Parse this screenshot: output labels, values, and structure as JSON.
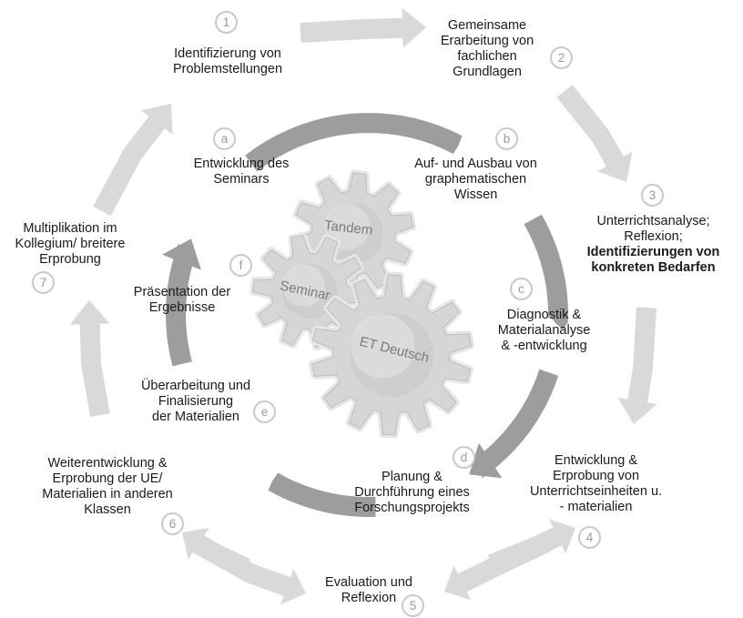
{
  "outer_steps": [
    {
      "number": "1",
      "lines": [
        "Identifizierung von",
        "Problemstellungen"
      ]
    },
    {
      "number": "2",
      "lines": [
        "Gemeinsame",
        "Erarbeitung von",
        "fachlichen",
        "Grundlagen"
      ]
    },
    {
      "number": "3",
      "lines": [
        "Unterrichtsanalyse;",
        "Reflexion;",
        "Identifizierungen von",
        "konkreten Bedarfen"
      ]
    },
    {
      "number": "4",
      "lines": [
        "Entwicklung &",
        "Erprobung von",
        "Unterrichtseinheiten u.",
        "- materialien"
      ]
    },
    {
      "number": "5",
      "lines": [
        "Evaluation und",
        "Reflexion"
      ]
    },
    {
      "number": "6",
      "lines": [
        "Weiterentwicklung &",
        "Erprobung  der UE/",
        "Materialien in anderen",
        "Klassen"
      ]
    },
    {
      "number": "7",
      "lines": [
        "Multiplikation im",
        "Kollegium/ breitere",
        "Erprobung"
      ]
    }
  ],
  "inner_steps": [
    {
      "letter": "a",
      "lines": [
        "Entwicklung des",
        "Seminars"
      ]
    },
    {
      "letter": "b",
      "lines": [
        "Auf- und Ausbau von",
        "graphematischen",
        "Wissen"
      ]
    },
    {
      "letter": "c",
      "lines": [
        "Diagnostik &",
        "Materialanalyse",
        "& -entwicklung"
      ]
    },
    {
      "letter": "d",
      "lines": [
        "Planung &",
        "Durchführung eines",
        "Forschungsprojekts"
      ]
    },
    {
      "letter": "e",
      "lines": [
        "Überarbeitung und",
        "Finalisierung",
        "der Materialien"
      ]
    },
    {
      "letter": "f",
      "lines": [
        "Präsentation der",
        "Ergebnisse"
      ]
    }
  ],
  "gears": [
    "Tandem",
    "Seminar",
    "ET Deutsch"
  ],
  "colors": {
    "outer_arrow": "#d9d9d9",
    "inner_arrow": "#9d9d9d",
    "text": "#1a1a1a",
    "badge_border": "#c9c9c9",
    "badge_text": "#9a9a9a",
    "gear_fill": "#d6d6d6",
    "gear_label": "#7a7a7a"
  }
}
